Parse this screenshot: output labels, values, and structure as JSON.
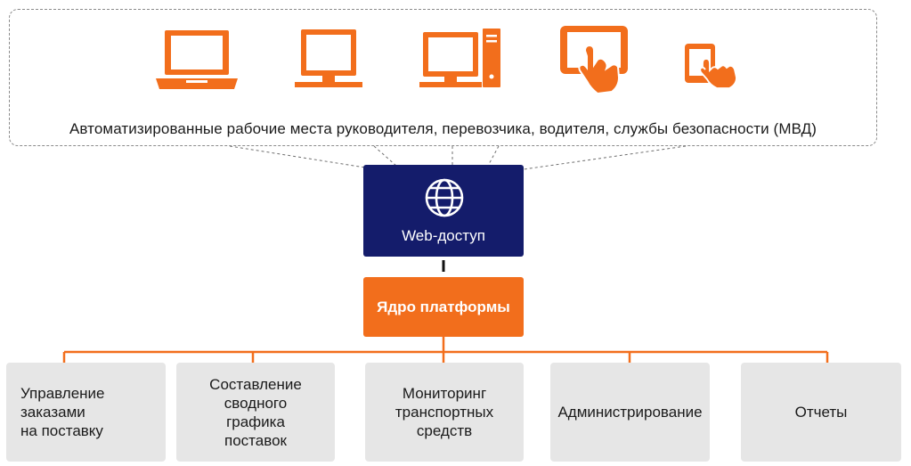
{
  "devices": {
    "caption": "Автоматизированные рабочие места руководителя, перевозчика, водителя, службы безопасности (МВД)",
    "icons": [
      "laptop-icon",
      "monitor-icon",
      "desktop-computer-icon",
      "tablet-touch-icon",
      "smartphone-touch-icon"
    ]
  },
  "web_access": {
    "label": "Web-доступ",
    "icon": "globe-icon"
  },
  "core": {
    "label": "Ядро платформы"
  },
  "modules": [
    {
      "label": "Управление\nзаказами\nна поставку"
    },
    {
      "label": "Составление\nсводного\nграфика\nпоставок"
    },
    {
      "label": "Мониторинг\nтранспортных\nсредств"
    },
    {
      "label": "Администрирование"
    },
    {
      "label": "Отчеты"
    }
  ],
  "colors": {
    "accent_orange": "#f26e1c",
    "web_navy": "#141c6b",
    "module_gray": "#e6e6e6",
    "dashed_border": "#8a8a8a"
  }
}
